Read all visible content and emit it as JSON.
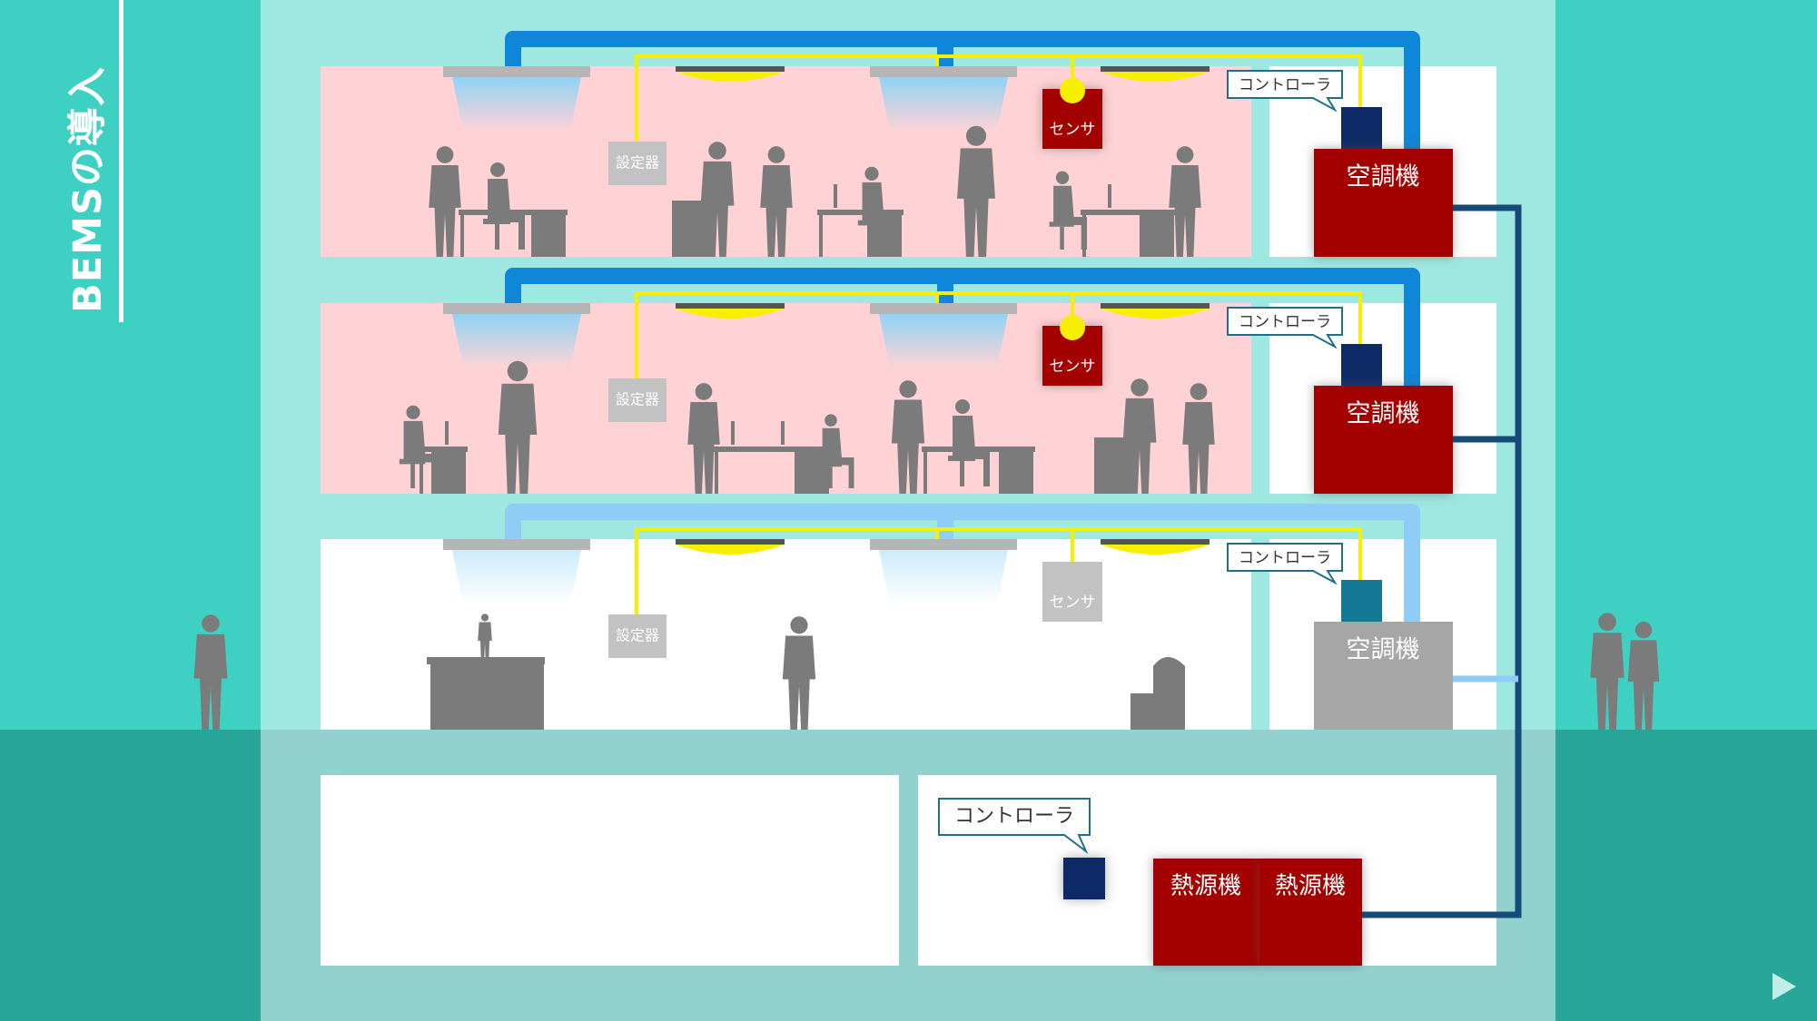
{
  "title": "BEMSの導入",
  "labels": {
    "controller": "コントローラ",
    "sensor": "センサ",
    "setter": "設定器",
    "aircon": "空調機",
    "heat_source": "熱源機"
  },
  "colors": {
    "background": "#3fd0c4",
    "ground": "#27a599",
    "building": "#9ee8e1",
    "basement": "#93d1cf",
    "active_room": "#ffd3d6",
    "active_equipment": "#a30006",
    "inactive_equipment": "#a6a6a6",
    "controller_dark": "#0d2a66",
    "controller_teal": "#137896",
    "duct_active": "#0f86d8",
    "duct_inactive": "#8fcdf7",
    "signal_line": "#f6f000",
    "pipe": "#164b78",
    "silhouette": "#7b7b7b"
  },
  "floors": [
    {
      "level": 3,
      "active": true
    },
    {
      "level": 2,
      "active": true
    },
    {
      "level": 1,
      "active": false
    }
  ]
}
